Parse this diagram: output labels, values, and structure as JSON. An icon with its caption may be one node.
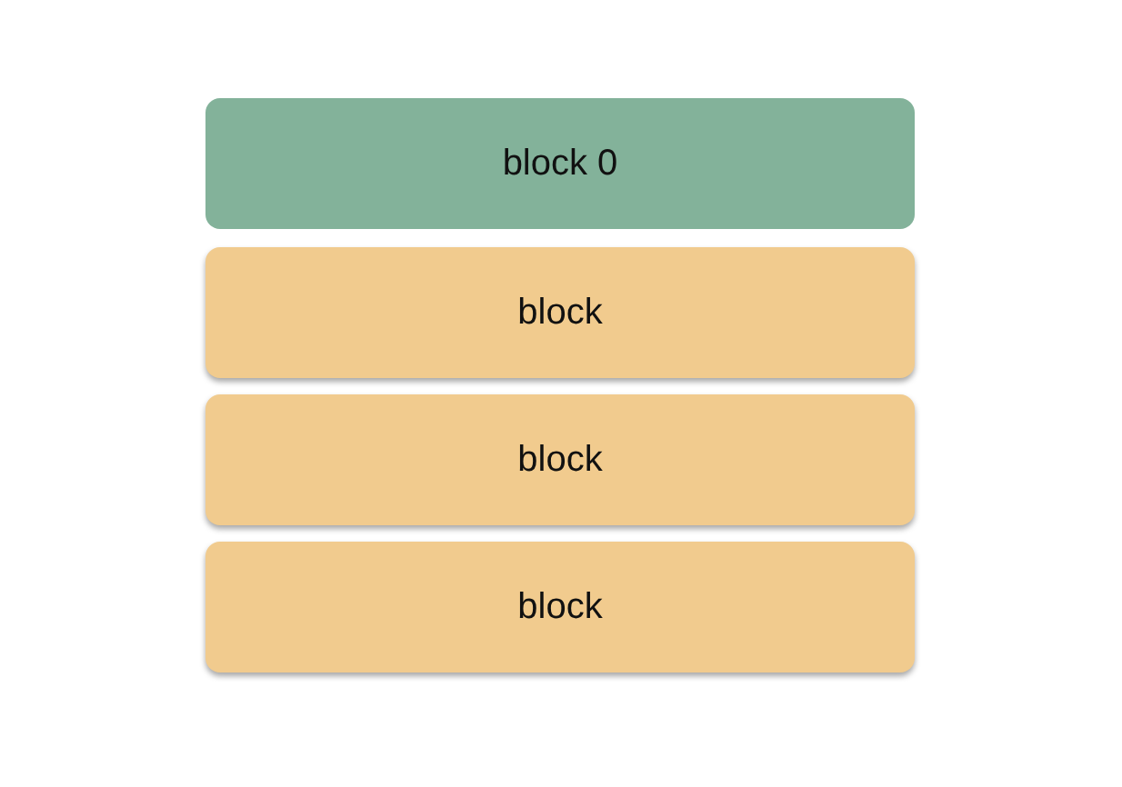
{
  "diagram": {
    "nodes": [
      {
        "text": [
          "block 0"
        ]
      },
      {
        "text": [
          "block"
        ]
      },
      {
        "text": [
          "block"
        ]
      },
      {
        "text": [
          "block"
        ]
      }
    ]
  }
}
